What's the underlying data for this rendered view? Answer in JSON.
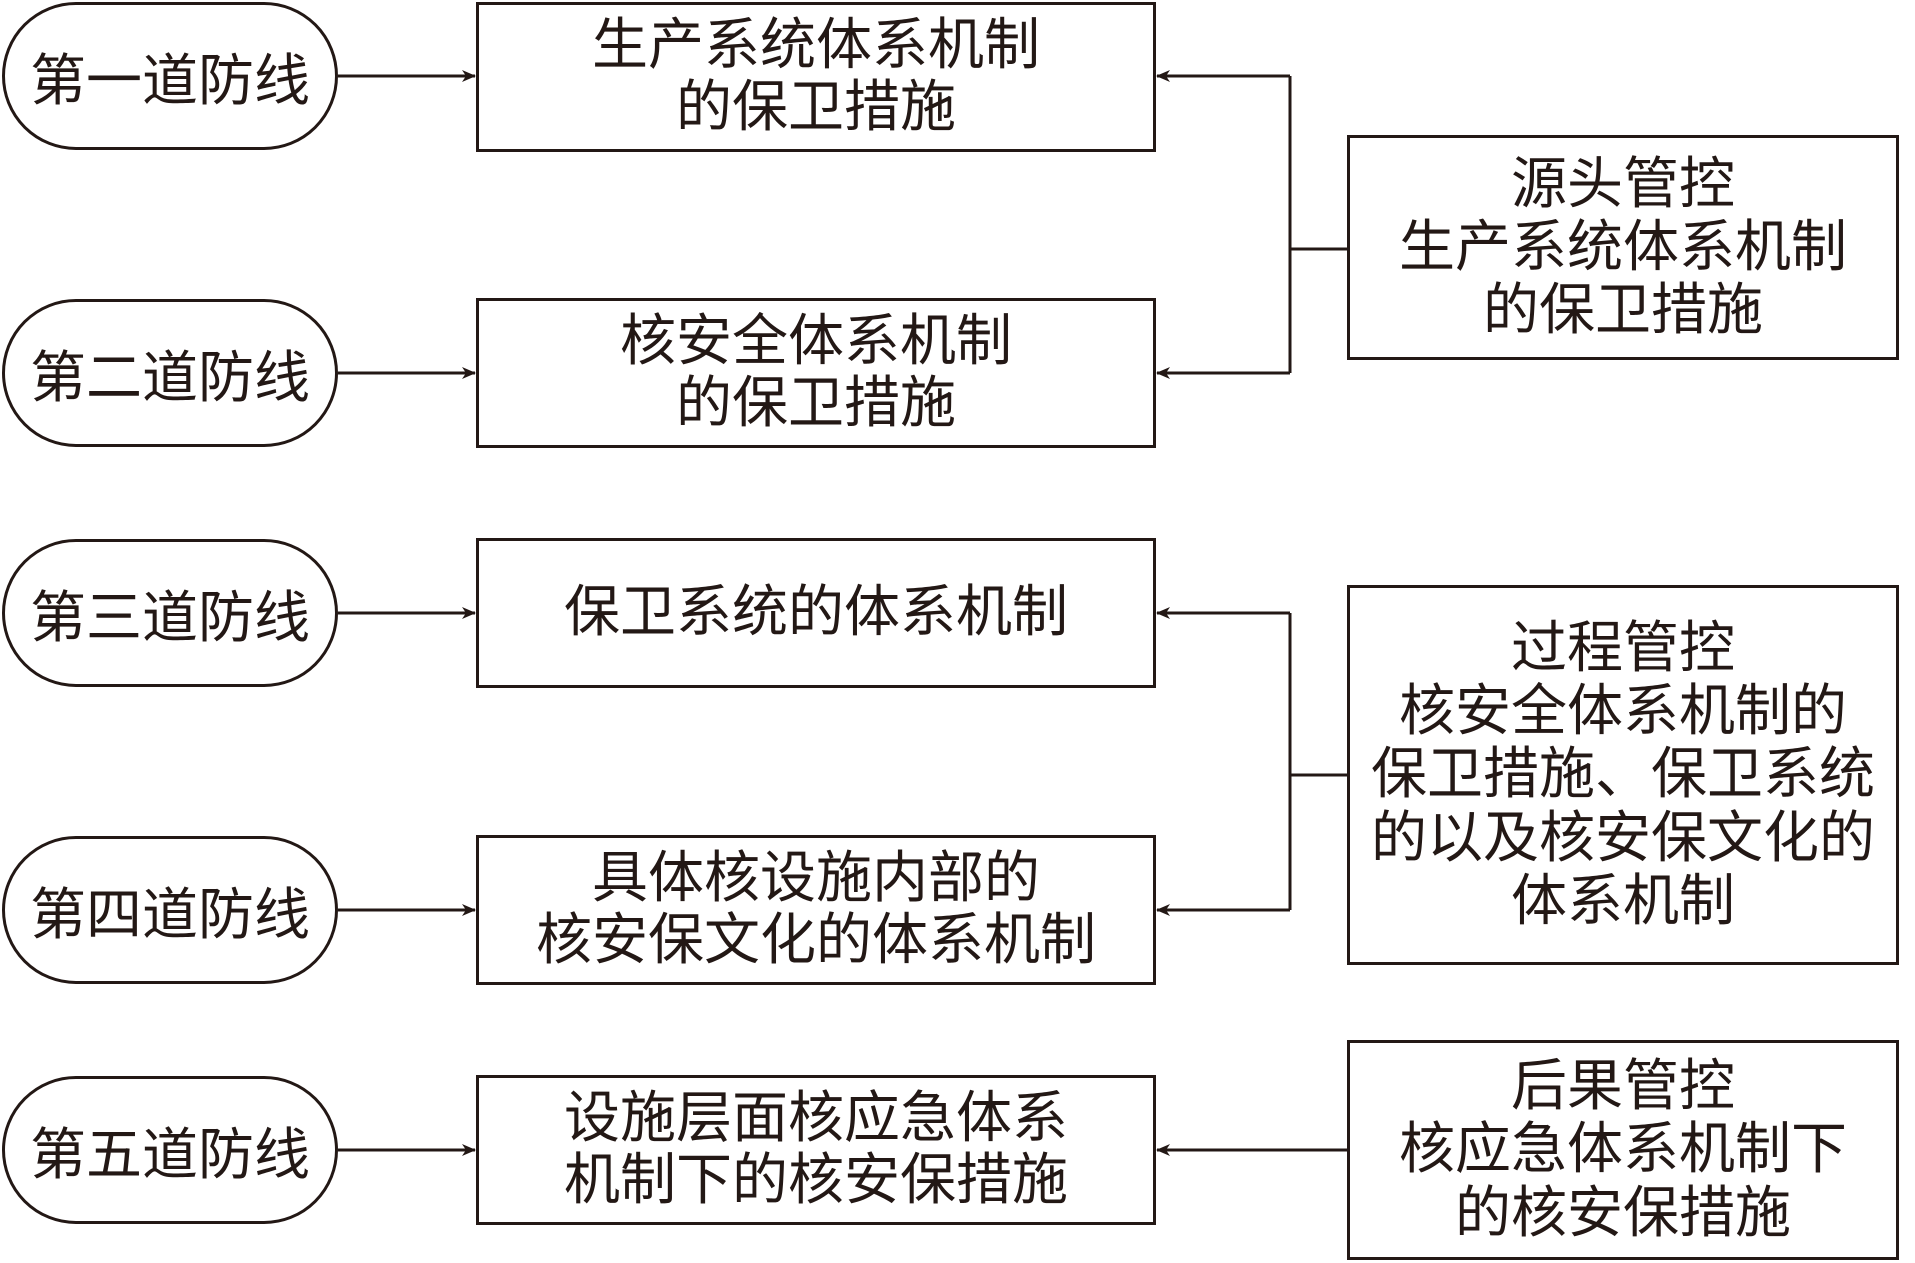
{
  "colors": {
    "stroke": "#231815",
    "background": "#ffffff"
  },
  "defense_lines": [
    "第一道防线",
    "第二道防线",
    "第三道防线",
    "第四道防线",
    "第五道防线"
  ],
  "measures": [
    "生产系统体系机制\n的保卫措施",
    "核安全体系机制\n的保卫措施",
    "保卫系统的体系机制",
    "具体核设施内部的\n核安保文化的体系机制",
    "设施层面核应急体系\n机制下的核安保措施"
  ],
  "controls": [
    "源头管控\n生产系统体系机制\n的保卫措施",
    "过程管控\n核安全体系机制的\n保卫措施、保卫系统\n的以及核安保文化的\n体系机制",
    "后果管控\n核应急体系机制下\n的核安保措施"
  ]
}
